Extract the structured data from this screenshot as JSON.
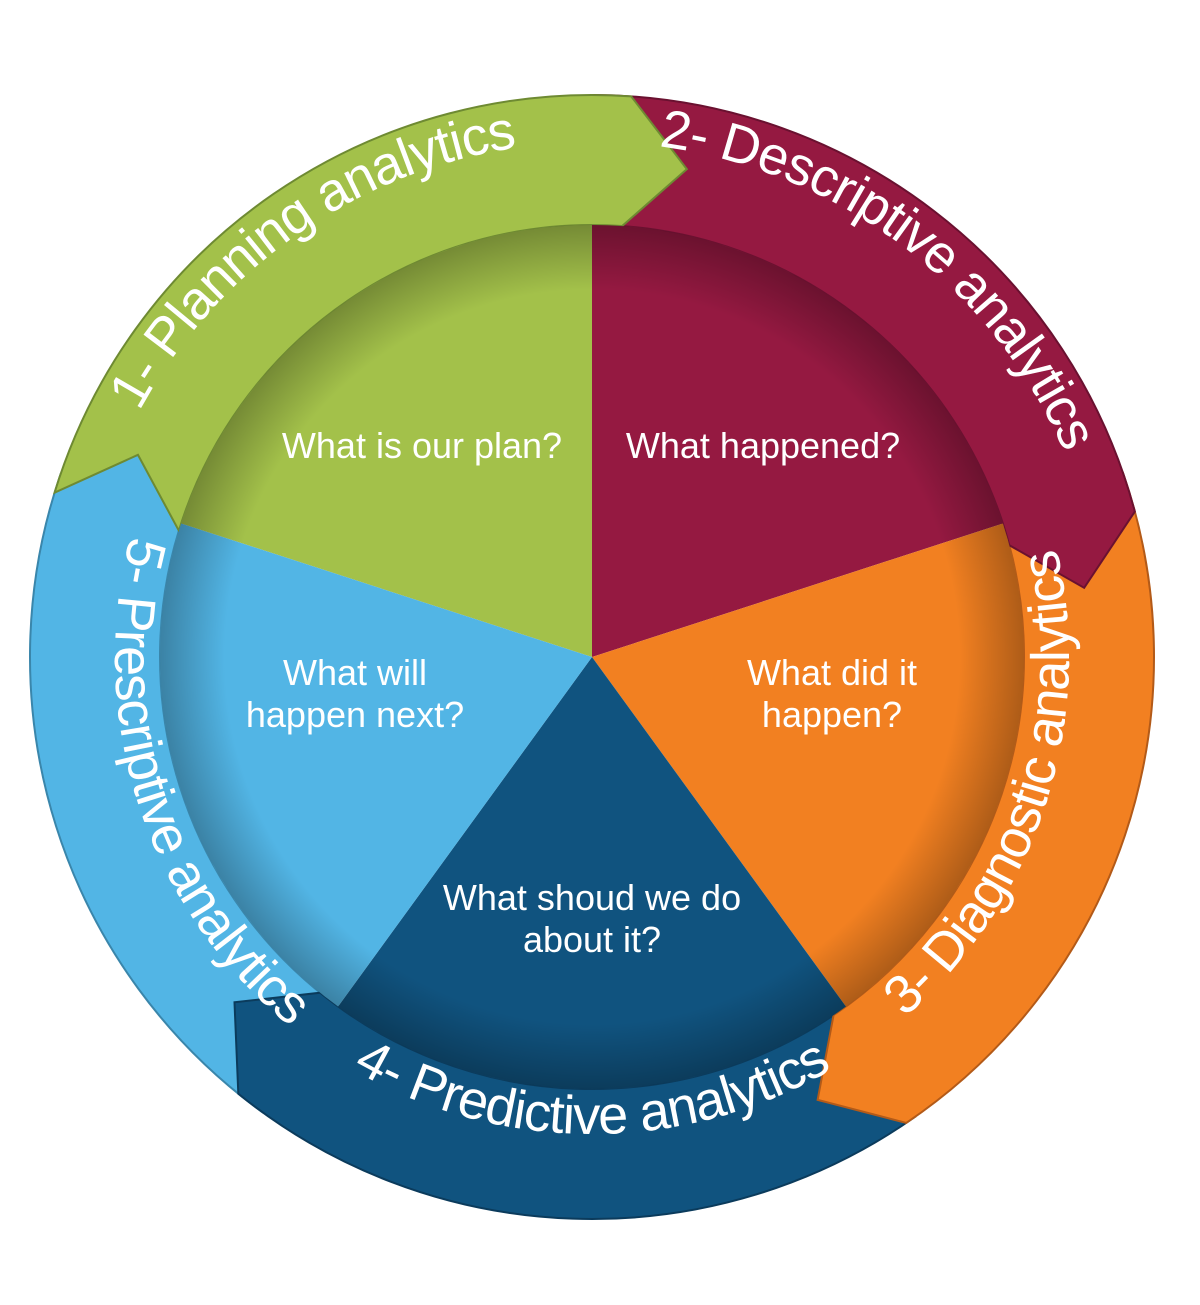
{
  "diagram": {
    "title": "Analytics cycle",
    "stages": [
      {
        "label": "1- Planning analytics",
        "question_lines": [
          "What is our plan?"
        ],
        "color": "#a3c14a",
        "dark": "#6e8a32"
      },
      {
        "label": "2- Descriptive analytics",
        "question_lines": [
          "What happened?"
        ],
        "color": "#951941",
        "dark": "#6a1130"
      },
      {
        "label": "3- Diagnostic analytics",
        "question_lines": [
          "What did it",
          "happen?"
        ],
        "color": "#f28021",
        "dark": "#b35a18"
      },
      {
        "label": "4- Predictive analytics",
        "question_lines": [
          "What shoud we do",
          "about it?"
        ],
        "color": "#10537f",
        "dark": "#0b3b5c"
      },
      {
        "label": "5- Prescriptive analytics",
        "question_lines": [
          "What will",
          "happen next?"
        ],
        "color": "#52b5e5",
        "dark": "#3a86ab"
      }
    ]
  }
}
